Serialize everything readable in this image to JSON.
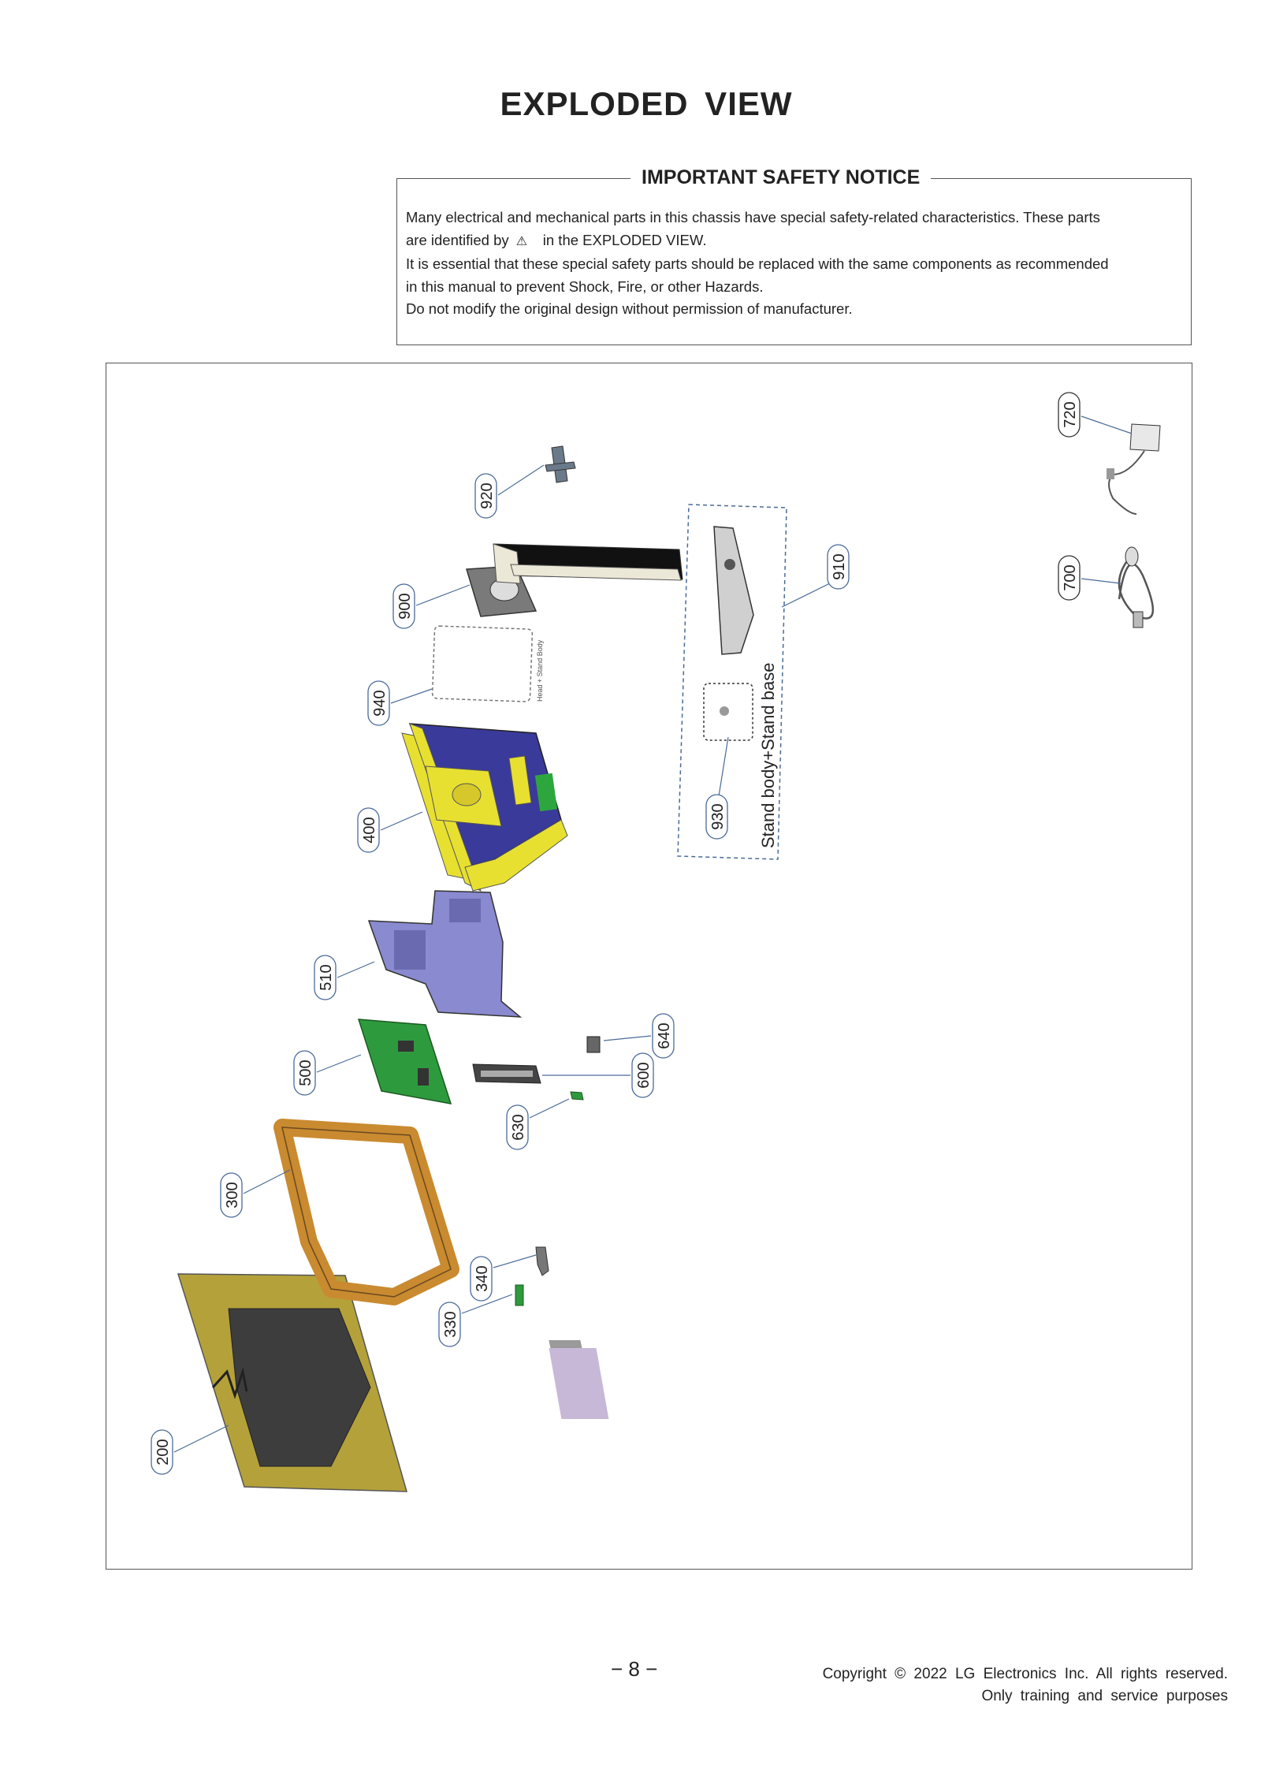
{
  "page": {
    "title": "EXPLODED  VIEW",
    "page_number": "− 8 −"
  },
  "notice": {
    "title": "IMPORTANT SAFETY NOTICE",
    "line1": "Many electrical and mechanical parts in this chassis have special safety-related characteristics. These parts",
    "line2_before": "are identified by",
    "warning_symbol": "⚠",
    "line2_after": "in the  EXPLODED VIEW.",
    "line3": "It is essential that these special safety parts should be replaced with the same components as recommended",
    "line4": "in this manual to prevent Shock, Fire, or other Hazards.",
    "line5": "Do not modify the original design without permission of manufacturer."
  },
  "diagram": {
    "group_label": "Stand body+Stand base",
    "head_stand_label": "Head + Stand Body",
    "colors": {
      "callout_stroke": "#4a6b99",
      "back_cover": "#b5a13a",
      "main_frame": "#3a3a9a",
      "frame_yellow": "#e8e030",
      "board_green": "#2e9a3e",
      "guide_frame": "#c98a30",
      "shield_purple": "#8a8ad0"
    },
    "callouts": [
      {
        "id": "920"
      },
      {
        "id": "900"
      },
      {
        "id": "940"
      },
      {
        "id": "910"
      },
      {
        "id": "400"
      },
      {
        "id": "930"
      },
      {
        "id": "510"
      },
      {
        "id": "640"
      },
      {
        "id": "500"
      },
      {
        "id": "600"
      },
      {
        "id": "630"
      },
      {
        "id": "300"
      },
      {
        "id": "340"
      },
      {
        "id": "330"
      },
      {
        "id": "200"
      },
      {
        "id": "720"
      },
      {
        "id": "700"
      }
    ]
  },
  "footer": {
    "copyright_line1": "Copyright  ©  2022  LG  Electronics  Inc.  All  rights  reserved.",
    "copyright_line2": "Only  training  and  service  purposes"
  }
}
